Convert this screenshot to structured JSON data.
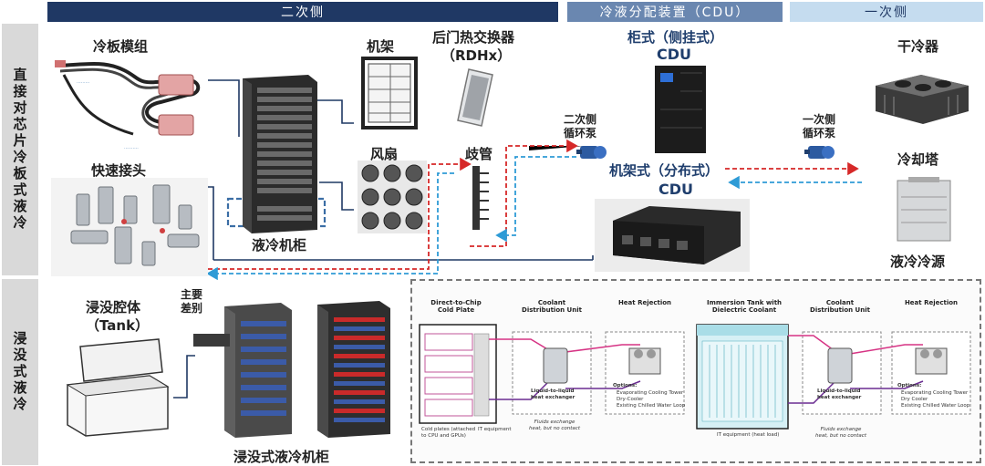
{
  "headers": {
    "secondary": "二次侧",
    "cdu": "冷液分配装置（CDU）",
    "primary": "一次侧"
  },
  "row_labels": {
    "direct": "直接对芯片冷板式液冷",
    "immersion": "浸没式液冷"
  },
  "labels": {
    "cold_plate_module": "冷板模组",
    "quick_connector": "快速接头",
    "rack_frame": "机架",
    "fan": "风扇",
    "liquid_cabinet": "液冷机柜",
    "rdhx_title": "后门热交换器",
    "rdhx_sub": "（RDHx）",
    "manifold": "歧管",
    "cabinet_cdu": "柜式（侧挂式）",
    "cdu_word_1": "CDU",
    "rack_cdu": "机架式（分布式）",
    "cdu_word_2": "CDU",
    "secondary_pump_1": "二次侧",
    "secondary_pump_2": "循环泵",
    "primary_pump_1": "一次侧",
    "primary_pump_2": "循环泵",
    "dry_cooler": "干冷器",
    "cooling_tower": "冷却塔",
    "liquid_cold_source": "液冷冷源",
    "tank_title": "浸没腔体",
    "tank_sub": "（Tank）",
    "main_diff_1": "主要",
    "main_diff_2": "差别",
    "immersion_cabinet": "浸没式液冷机柜"
  },
  "inset": {
    "left": {
      "col1_title": "Direct-to-Chip Cold Plate",
      "col2_title": "Coolant Distribution Unit",
      "col3_title": "Heat Rejection",
      "hx_label": "Liquid-to-liquid heat exchanger",
      "fluids_note": "Fluids exchange heat, but no contact",
      "cold_plates_note": "Cold plates (attached to CPU and GPUs)",
      "it_equipment": "IT equipment",
      "options_title": "Options:",
      "options": [
        "Evaporating Cooling Tower",
        "Dry-Cooler",
        "Existing Chilled Water Loop"
      ]
    },
    "right": {
      "col1_title": "Immersion Tank with Dielectric Coolant",
      "col2_title": "Coolant Distribution Unit",
      "col3_title": "Heat Rejection",
      "hx_label": "Liquid-to-liquid heat exchanger",
      "fluids_note": "Fluids exchange heat, but no contact",
      "it_equipment": "IT equipment (heat load)",
      "options_title": "Options:",
      "options": [
        "Evaporating Cooling Tower",
        "Dry Cooler",
        "Existing Chilled Water Loop"
      ]
    }
  },
  "colors": {
    "navy": "#1f3864",
    "steel": "#6a87b0",
    "pale_blue": "#c5dcef",
    "gray_bg": "#d9d9d9",
    "red_dash": "#d62828",
    "blue_dash": "#2e9bd6",
    "pink": "#d63384"
  }
}
